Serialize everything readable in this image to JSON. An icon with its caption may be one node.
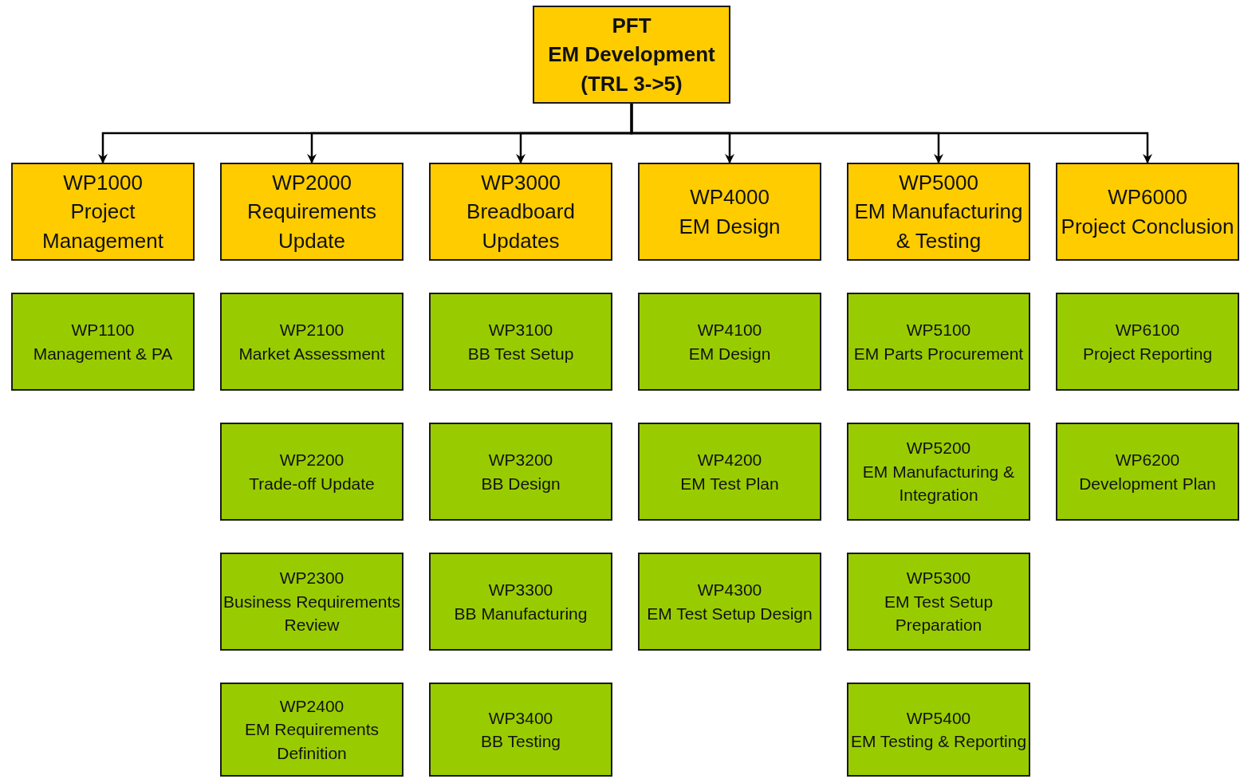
{
  "diagram": {
    "nodes": [
      {
        "text": [
          "PFT",
          "EM Development (TRL 3->5)"
        ]
      },
      {
        "text": [
          "WP1000",
          "Project Management"
        ]
      },
      {
        "text": [
          "WP2000",
          "Requirements Update"
        ]
      },
      {
        "text": [
          "WP3000",
          "Breadboard Updates"
        ]
      },
      {
        "text": [
          "WP4000",
          "EM Design"
        ]
      },
      {
        "text": [
          "WP5000",
          "EM Manufacturing & Testing"
        ]
      },
      {
        "text": [
          "WP6000",
          "Project Conclusion"
        ]
      },
      {
        "text": [
          "WP1100",
          "Management & PA"
        ]
      },
      {
        "text": [
          "WP2100",
          "Market Assessment"
        ]
      },
      {
        "text": [
          "WP3100",
          "BB Test Setup"
        ]
      },
      {
        "text": [
          "WP4100",
          "EM Design"
        ]
      },
      {
        "text": [
          "WP5100",
          "EM Parts Procurement"
        ]
      },
      {
        "text": [
          "WP6100",
          "Project Reporting"
        ]
      },
      {
        "text": [
          "WP2200",
          "Trade-off Update"
        ]
      },
      {
        "text": [
          "WP3200",
          "BB Design"
        ]
      },
      {
        "text": [
          "WP4200",
          "EM Test Plan"
        ]
      },
      {
        "text": [
          "WP5200",
          "EM Manufacturing & Integration"
        ]
      },
      {
        "text": [
          "WP6200",
          "Development Plan"
        ]
      },
      {
        "text": [
          "WP2300",
          "Business Requirements Review"
        ]
      },
      {
        "text": [
          "WP3300",
          "BB Manufacturing"
        ]
      },
      {
        "text": [
          "WP4300",
          "EM Test Setup Design"
        ]
      },
      {
        "text": [
          "WP5300",
          "EM Test Setup Preparation"
        ]
      },
      {
        "text": [
          "WP2400",
          "EM Requirements Definition"
        ]
      },
      {
        "text": [
          "WP3400",
          "BB Testing"
        ]
      },
      {
        "text": [
          "WP5400",
          "EM Testing & Reporting"
        ]
      }
    ],
    "edges": [
      {
        "from": 0,
        "to": 1,
        "arrow": "to"
      },
      {
        "from": 0,
        "to": 2,
        "arrow": "to"
      },
      {
        "from": 0,
        "to": 3,
        "arrow": "to"
      },
      {
        "from": 0,
        "to": 4,
        "arrow": "to"
      },
      {
        "from": 0,
        "to": 5,
        "arrow": "to"
      },
      {
        "from": 0,
        "to": 6,
        "arrow": "to"
      }
    ]
  }
}
